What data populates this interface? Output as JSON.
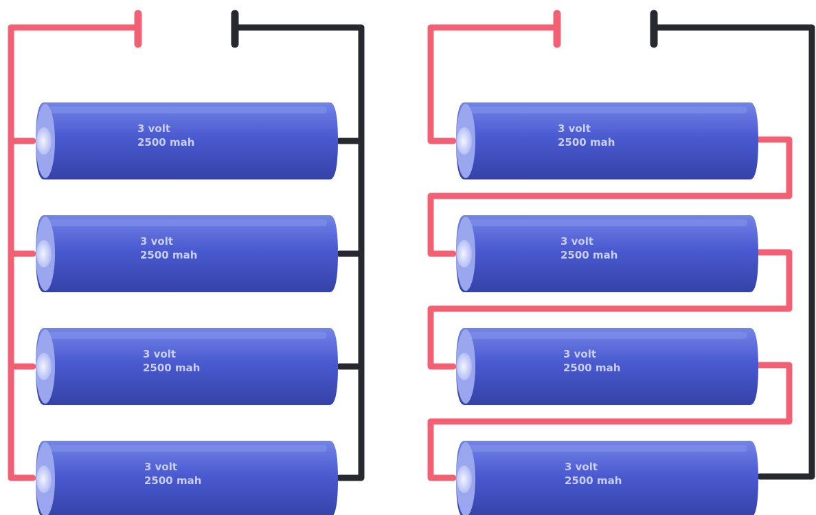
{
  "colors": {
    "positive_wire": "#f26173",
    "negative_wire": "#27292e",
    "battery_body": "#4a5ad0",
    "battery_highlight": "#7384e6",
    "battery_shadow": "#3542a8",
    "battery_cap": "#dfe4ff",
    "label_text": "#c8cff7",
    "background": "#ffffff"
  },
  "icons": {
    "positive_terminal": "positive-terminal-icon",
    "negative_terminal": "negative-terminal-icon",
    "battery": "battery-cell-icon"
  },
  "batteries": [
    {
      "voltage_label": "3 volt",
      "capacity_label": "2500 mah"
    },
    {
      "voltage_label": "3 volt",
      "capacity_label": "2500 mah"
    },
    {
      "voltage_label": "3 volt",
      "capacity_label": "2500 mah"
    },
    {
      "voltage_label": "3 volt",
      "capacity_label": "2500 mah"
    }
  ],
  "panels": [
    {
      "id": "left-parallel",
      "connection": "parallel",
      "cells": 4
    },
    {
      "id": "right-series",
      "connection": "series",
      "cells": 4
    }
  ]
}
